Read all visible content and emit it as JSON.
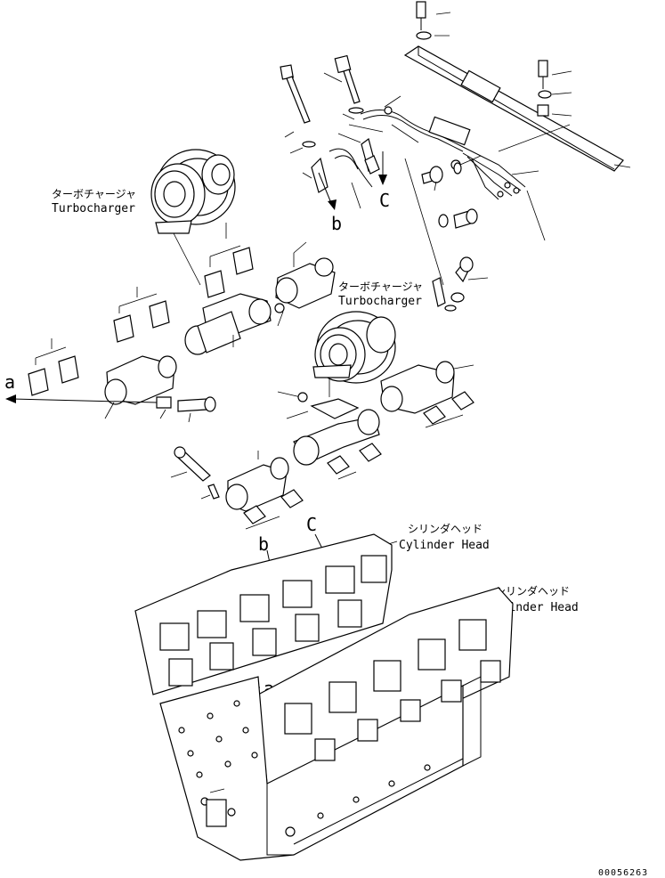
{
  "labels": {
    "turbo_left_jp": "ターボチャージャ",
    "turbo_left_en": "Turbocharger",
    "turbo_right_jp": "ターボチャージャ",
    "turbo_right_en": "Turbocharger",
    "head_upper_jp": "シリンダヘッド",
    "head_upper_en": "Cylinder Head",
    "head_lower_jp": "シリンダヘッド",
    "head_lower_en": "Cylinder Head"
  },
  "refs": {
    "a_arrow": "a",
    "b_arrow": "b",
    "c_arrow": "C",
    "a_engine": "a",
    "b_engine": "b",
    "c_engine": "C"
  },
  "drawing_id": "00056263",
  "colors": {
    "ink": "#000000",
    "paper": "#ffffff"
  }
}
